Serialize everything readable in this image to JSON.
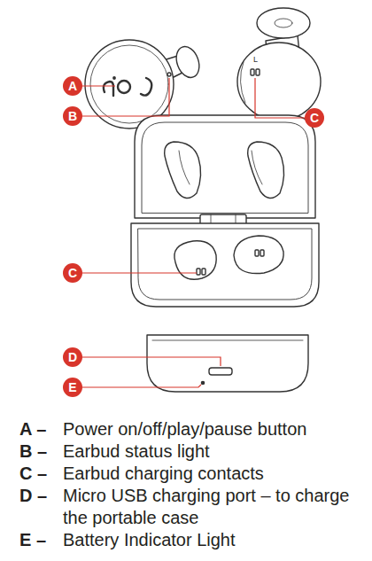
{
  "diagram": {
    "nodes": [
      {
        "text": [
          "A"
        ]
      },
      {
        "text": [
          "B"
        ]
      },
      {
        "text": [
          "C"
        ]
      },
      {
        "text": [
          "C"
        ]
      },
      {
        "text": [
          "D"
        ]
      },
      {
        "text": [
          "E"
        ]
      }
    ],
    "labels": [
      "L",
      "A –",
      "Power on/off/play/pause button",
      "B –",
      "Earbud status light",
      "C –",
      "Earbud charging contacts",
      "D –",
      "Micro USB charging port – to charge the portable case",
      "E –",
      "Battery Indicator Light"
    ]
  }
}
